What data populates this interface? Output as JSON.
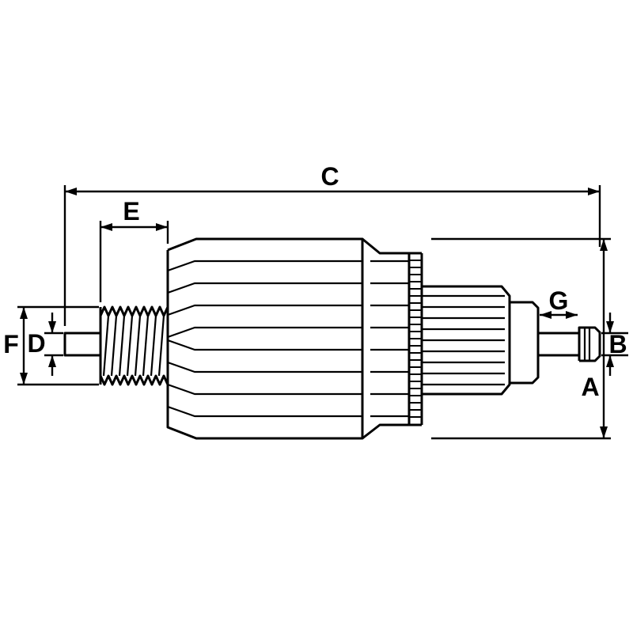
{
  "diagram": {
    "background_color": "#ffffff",
    "line_color": "#000000",
    "labels": {
      "c": "C",
      "e": "E",
      "g": "G",
      "a": "A",
      "b": "B",
      "d": "D",
      "f": "F"
    }
  }
}
